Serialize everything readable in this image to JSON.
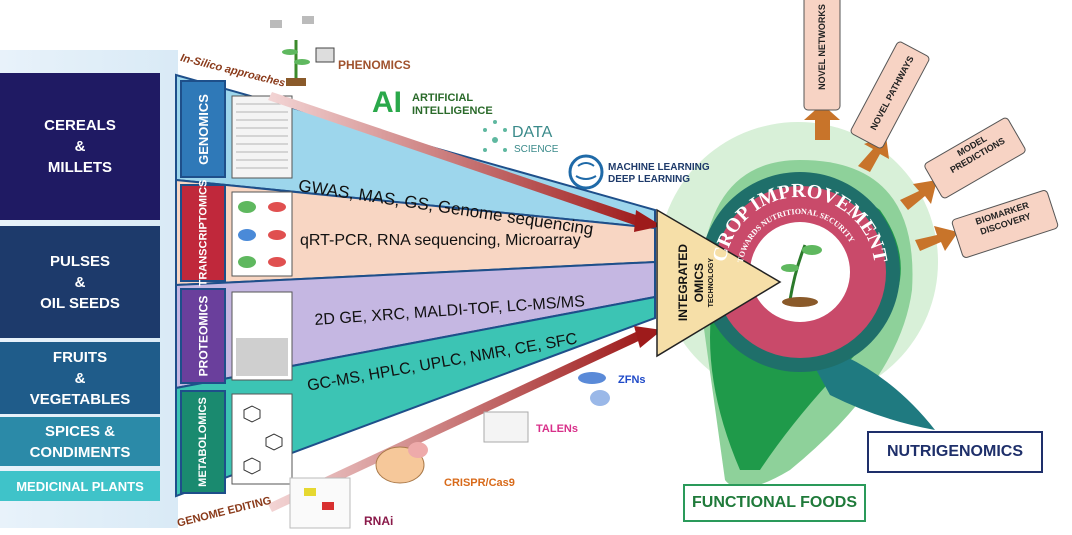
{
  "crops": [
    {
      "label": "CEREALS\n&\nMILLETS",
      "color": "#1f1a63"
    },
    {
      "label": "PULSES\n&\nOIL SEEDS",
      "color": "#1d3a6b"
    },
    {
      "label": "FRUITS\n&\nVEGETABLES",
      "color": "#1f5c8a"
    },
    {
      "label": "SPICES &\nCONDIMENTS",
      "color": "#2b8aa8"
    },
    {
      "label": "MEDICINAL PLANTS",
      "color": "#3fc3c9"
    }
  ],
  "omics": [
    {
      "label": "GENOMICS",
      "techniques": "GWAS, MAS, GS, Genome sequencing",
      "color": "#9dd6ec",
      "tab_color": "#2f79b8"
    },
    {
      "label": "TRANSCRIPTOMICS",
      "techniques": "qRT-PCR, RNA sequencing, Microarray",
      "color": "#f8d6c3",
      "tab_color": "#c0283b"
    },
    {
      "label": "PROTEOMICS",
      "techniques": "2D GE, XRC, MALDI-TOF, LC-MS/MS",
      "color": "#c5b7e2",
      "tab_color": "#6a3f9c"
    },
    {
      "label": "METABOLOMICS",
      "techniques": "GC-MS, HPLC, UPLC, NMR, CE, SFC",
      "color": "#3cc4b4",
      "tab_color": "#1a8a6f"
    }
  ],
  "top_labels": {
    "phenomics": "PHENOMICS",
    "in_silico": "In-Silico approaches",
    "ai_logo": "AI",
    "ai_text": "ARTIFICIAL\nINTELLIGENCE",
    "data_science_1": "DATA",
    "data_science_2": "SCIENCE",
    "ml_dl": "MACHINE LEARNING\nDEEP LEARNING"
  },
  "bottom_labels": {
    "genome_editing": "GENOME EDITING",
    "zfns": "ZFNs",
    "talens": "TALENs",
    "crispr": "CRISPR/Cas9",
    "rnai": "RNAi"
  },
  "integrated": {
    "line1": "INTEGRATED",
    "line2": "OMICS",
    "line3": "TECHNOLOGY"
  },
  "crop_improvement": {
    "arc_top": "CROP IMPROVEMENT",
    "arc_inner": "TOWARDS NUTRITIONAL SECURITY"
  },
  "outcomes": [
    "NOVEL NETWORKS",
    "NOVEL PATHWAYS",
    "MODEL\nPREDICTIONS",
    "BIOMARKER\nDISCOVERY"
  ],
  "nutrigenomics": "NUTRIGENOMICS",
  "functional_foods": "FUNCTIONAL FOODS",
  "colors": {
    "arrow_red": "#9e1b1b",
    "outcome_arrow": "#c8742a",
    "dark_green": "#1a7a4a",
    "mid_green": "#2a9a5a",
    "light_green": "#b9e6c4",
    "crop_circle": "#c94a6a",
    "teal_drop": "#1f7a80",
    "triangle_fill": "#f6dfa8"
  }
}
